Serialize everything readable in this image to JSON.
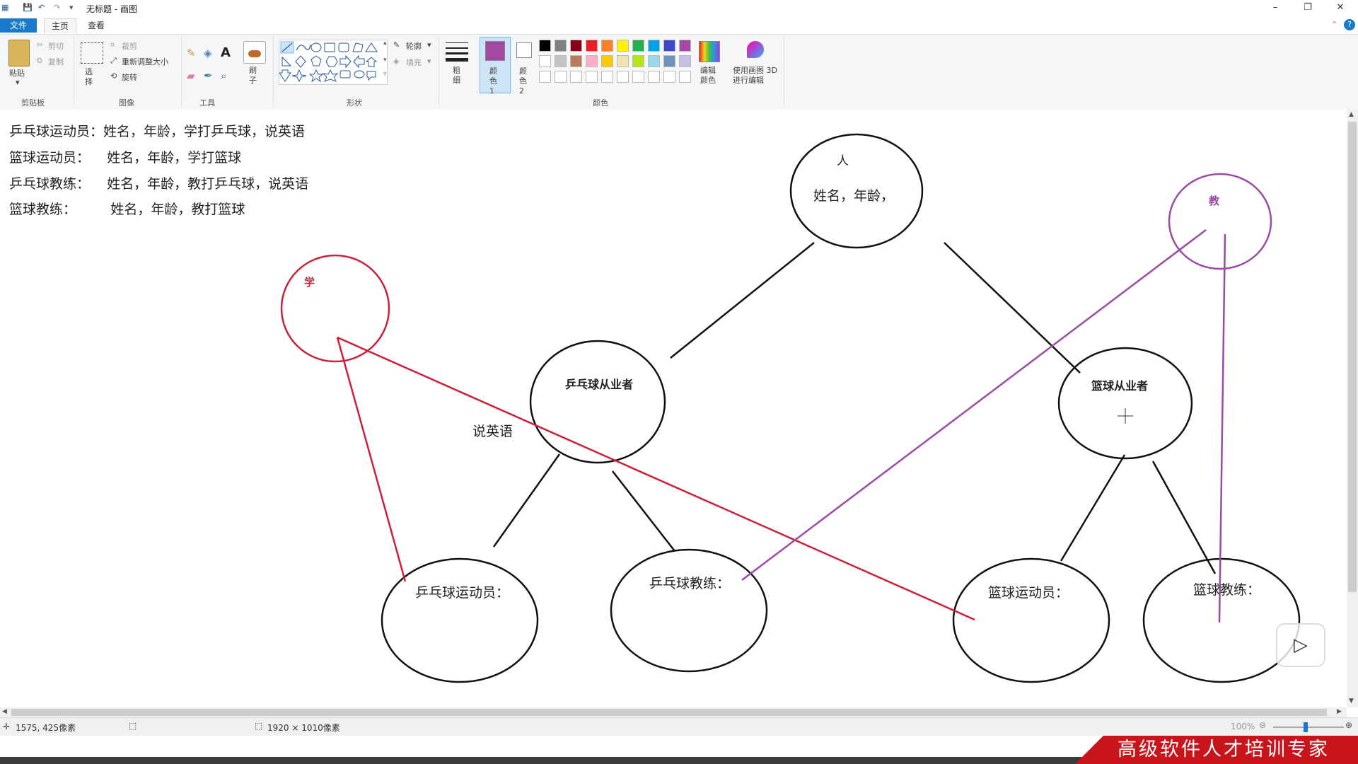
{
  "window": {
    "title": "无标题 - 画图",
    "minimize": "–",
    "restore": "❐",
    "close": "✕"
  },
  "tabs": {
    "file": "文件",
    "home": "主页",
    "view": "查看"
  },
  "ribbon": {
    "clipboard": {
      "paste": "粘贴",
      "cut": "剪切",
      "copy": "复制",
      "group": "剪贴板"
    },
    "image": {
      "select": "选择",
      "crop": "裁剪",
      "resize": "重新调整大小",
      "rotate": "旋转",
      "group": "图像"
    },
    "tools": {
      "group": "工具",
      "text_tool": "A"
    },
    "brushes": {
      "label": "刷子"
    },
    "shapes": {
      "outline": "轮廓",
      "fill": "填充",
      "group": "形状"
    },
    "size": {
      "label": "粗细"
    },
    "colors": {
      "color1": "颜色 1",
      "color2": "颜色 2",
      "edit": "编辑颜色",
      "paint3d": "使用画图 3D 进行编辑",
      "group": "颜色",
      "color1_value": "#a349a4",
      "color2_value": "#ffffff",
      "palette_row1": [
        "#000000",
        "#7f7f7f",
        "#880015",
        "#ed1c24",
        "#ff7f27",
        "#fff200",
        "#22b14c",
        "#00a2e8",
        "#3f48cc",
        "#a349a4"
      ],
      "palette_row2": [
        "#ffffff",
        "#c3c3c3",
        "#b97a57",
        "#ffaec9",
        "#ffc90e",
        "#efe4b0",
        "#b5e61d",
        "#99d9ea",
        "#7092be",
        "#c8bfe7"
      ]
    }
  },
  "canvas": {
    "notes": [
      "乒乓球运动员：姓名，年龄，学打乒乓球，说英语",
      "篮球运动员：    姓名，年龄，学打篮球",
      "乒乓球教练：    姓名，年龄，教打乒乓球，说英语",
      "篮球教练：        姓名，年龄，教打篮球"
    ],
    "nodes": {
      "person": "人",
      "person_attrs": "姓名，年龄，",
      "pingpong_practitioner": "乒乓球从业者",
      "basketball_practitioner": "篮球从业者",
      "pingpong_player": "乒乓球运动员：",
      "pingpong_coach": "乒乓球教练：",
      "basketball_player": "篮球运动员：",
      "basketball_coach": "篮球教练：",
      "learn": "学",
      "teach": "教",
      "speak_english": "说英语"
    },
    "colors": {
      "red": "#cc1f3a",
      "purple": "#9b4aa6",
      "black": "#111111"
    }
  },
  "status": {
    "cursor_pos": "1575, 425像素",
    "canvas_size": "1920 × 1010像素",
    "zoom": "100%"
  },
  "banner": {
    "text": "高级软件人才培训专家"
  }
}
